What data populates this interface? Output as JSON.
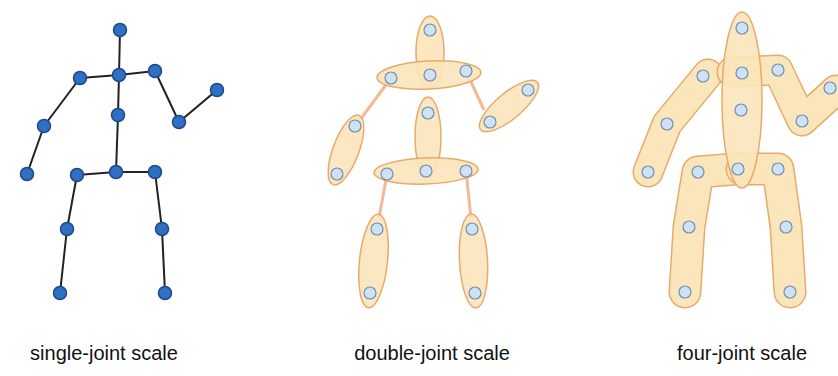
{
  "diagram": {
    "labels": [
      "single-joint scale",
      "double-joint scale",
      "four-joint scale"
    ]
  }
}
